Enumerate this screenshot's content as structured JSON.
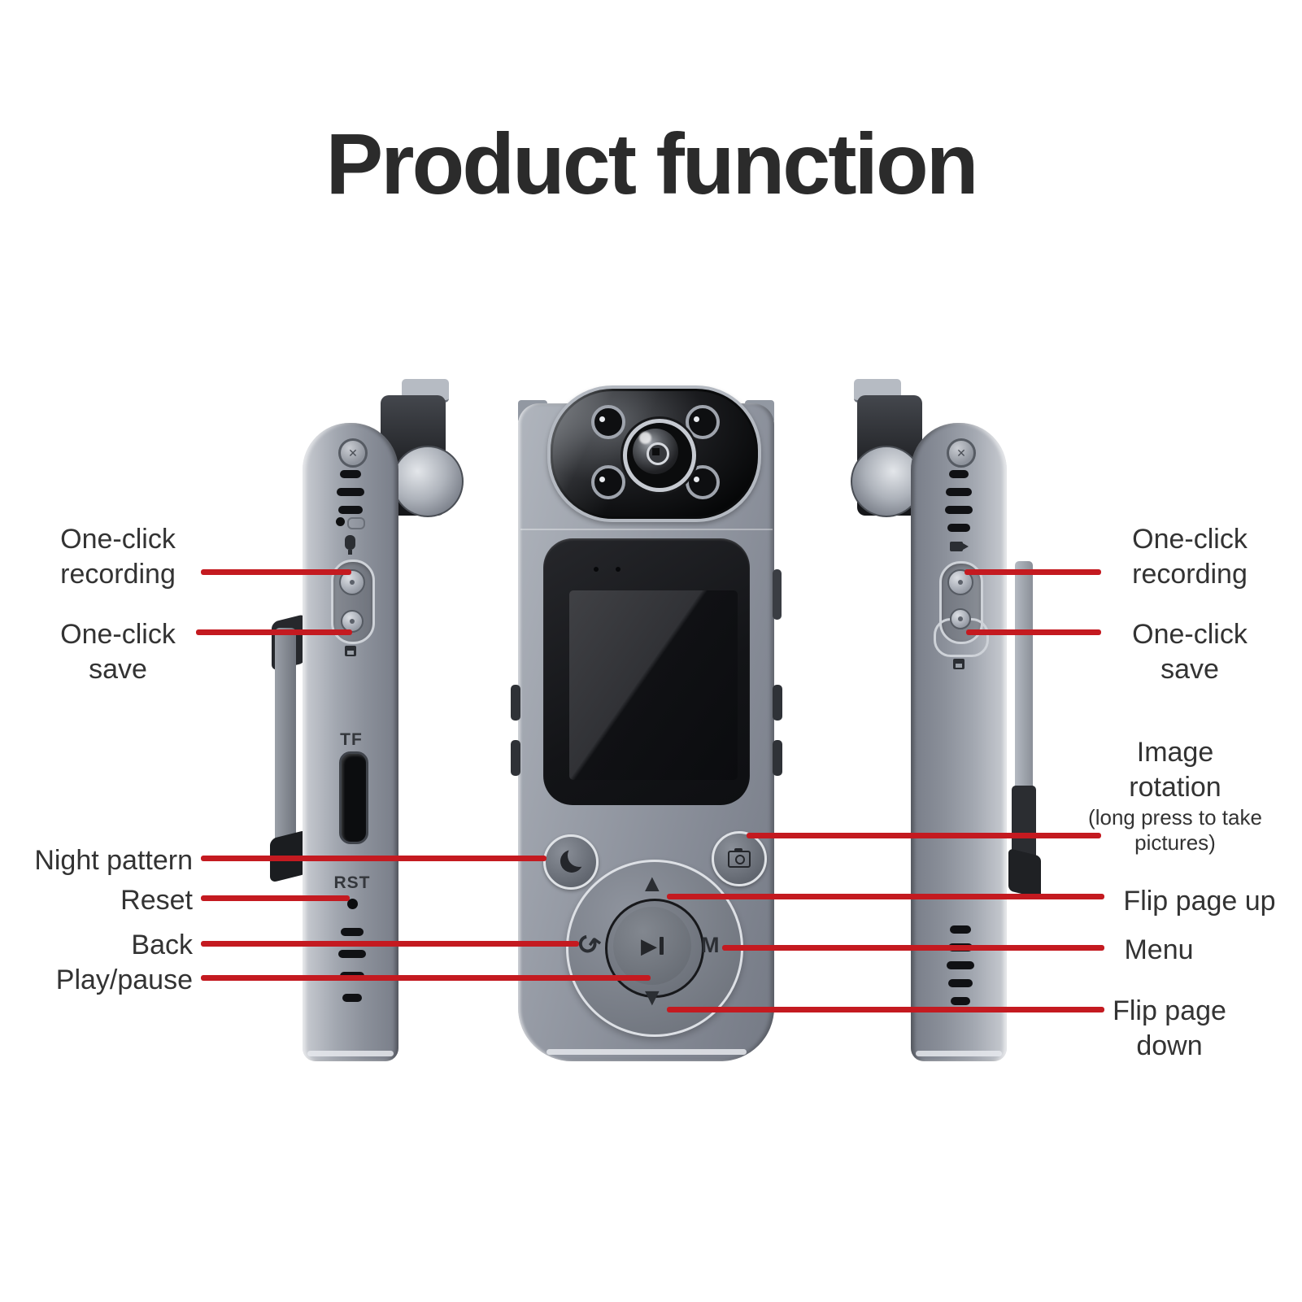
{
  "title": "Product function",
  "colors": {
    "accent_red": "#c41a20",
    "label_text": "#333333",
    "title_text": "#2b2b2b"
  },
  "callouts": {
    "left": [
      {
        "line1": "One-click",
        "line2": "recording"
      },
      {
        "line1": "One-click",
        "line2": "save"
      },
      {
        "line1": "Night pattern"
      },
      {
        "line1": "Reset"
      },
      {
        "line1": "Back"
      },
      {
        "line1": "Play/pause"
      }
    ],
    "right": [
      {
        "line1": "One-click",
        "line2": "recording"
      },
      {
        "line1": "One-click",
        "line2": "save"
      },
      {
        "line1": "Image",
        "line2": "rotation",
        "note1": "(long press to take",
        "note2": "pictures)"
      },
      {
        "line1": "Flip page up"
      },
      {
        "line1": "Menu"
      },
      {
        "line1": "Flip page",
        "line2": "down"
      }
    ]
  },
  "markings": {
    "tf_slot": "TF",
    "reset": "RST",
    "menu_key": "M"
  },
  "icons": {
    "up": "▲",
    "down": "▼",
    "back": "↺",
    "play": "▶",
    "screw": "✕"
  }
}
